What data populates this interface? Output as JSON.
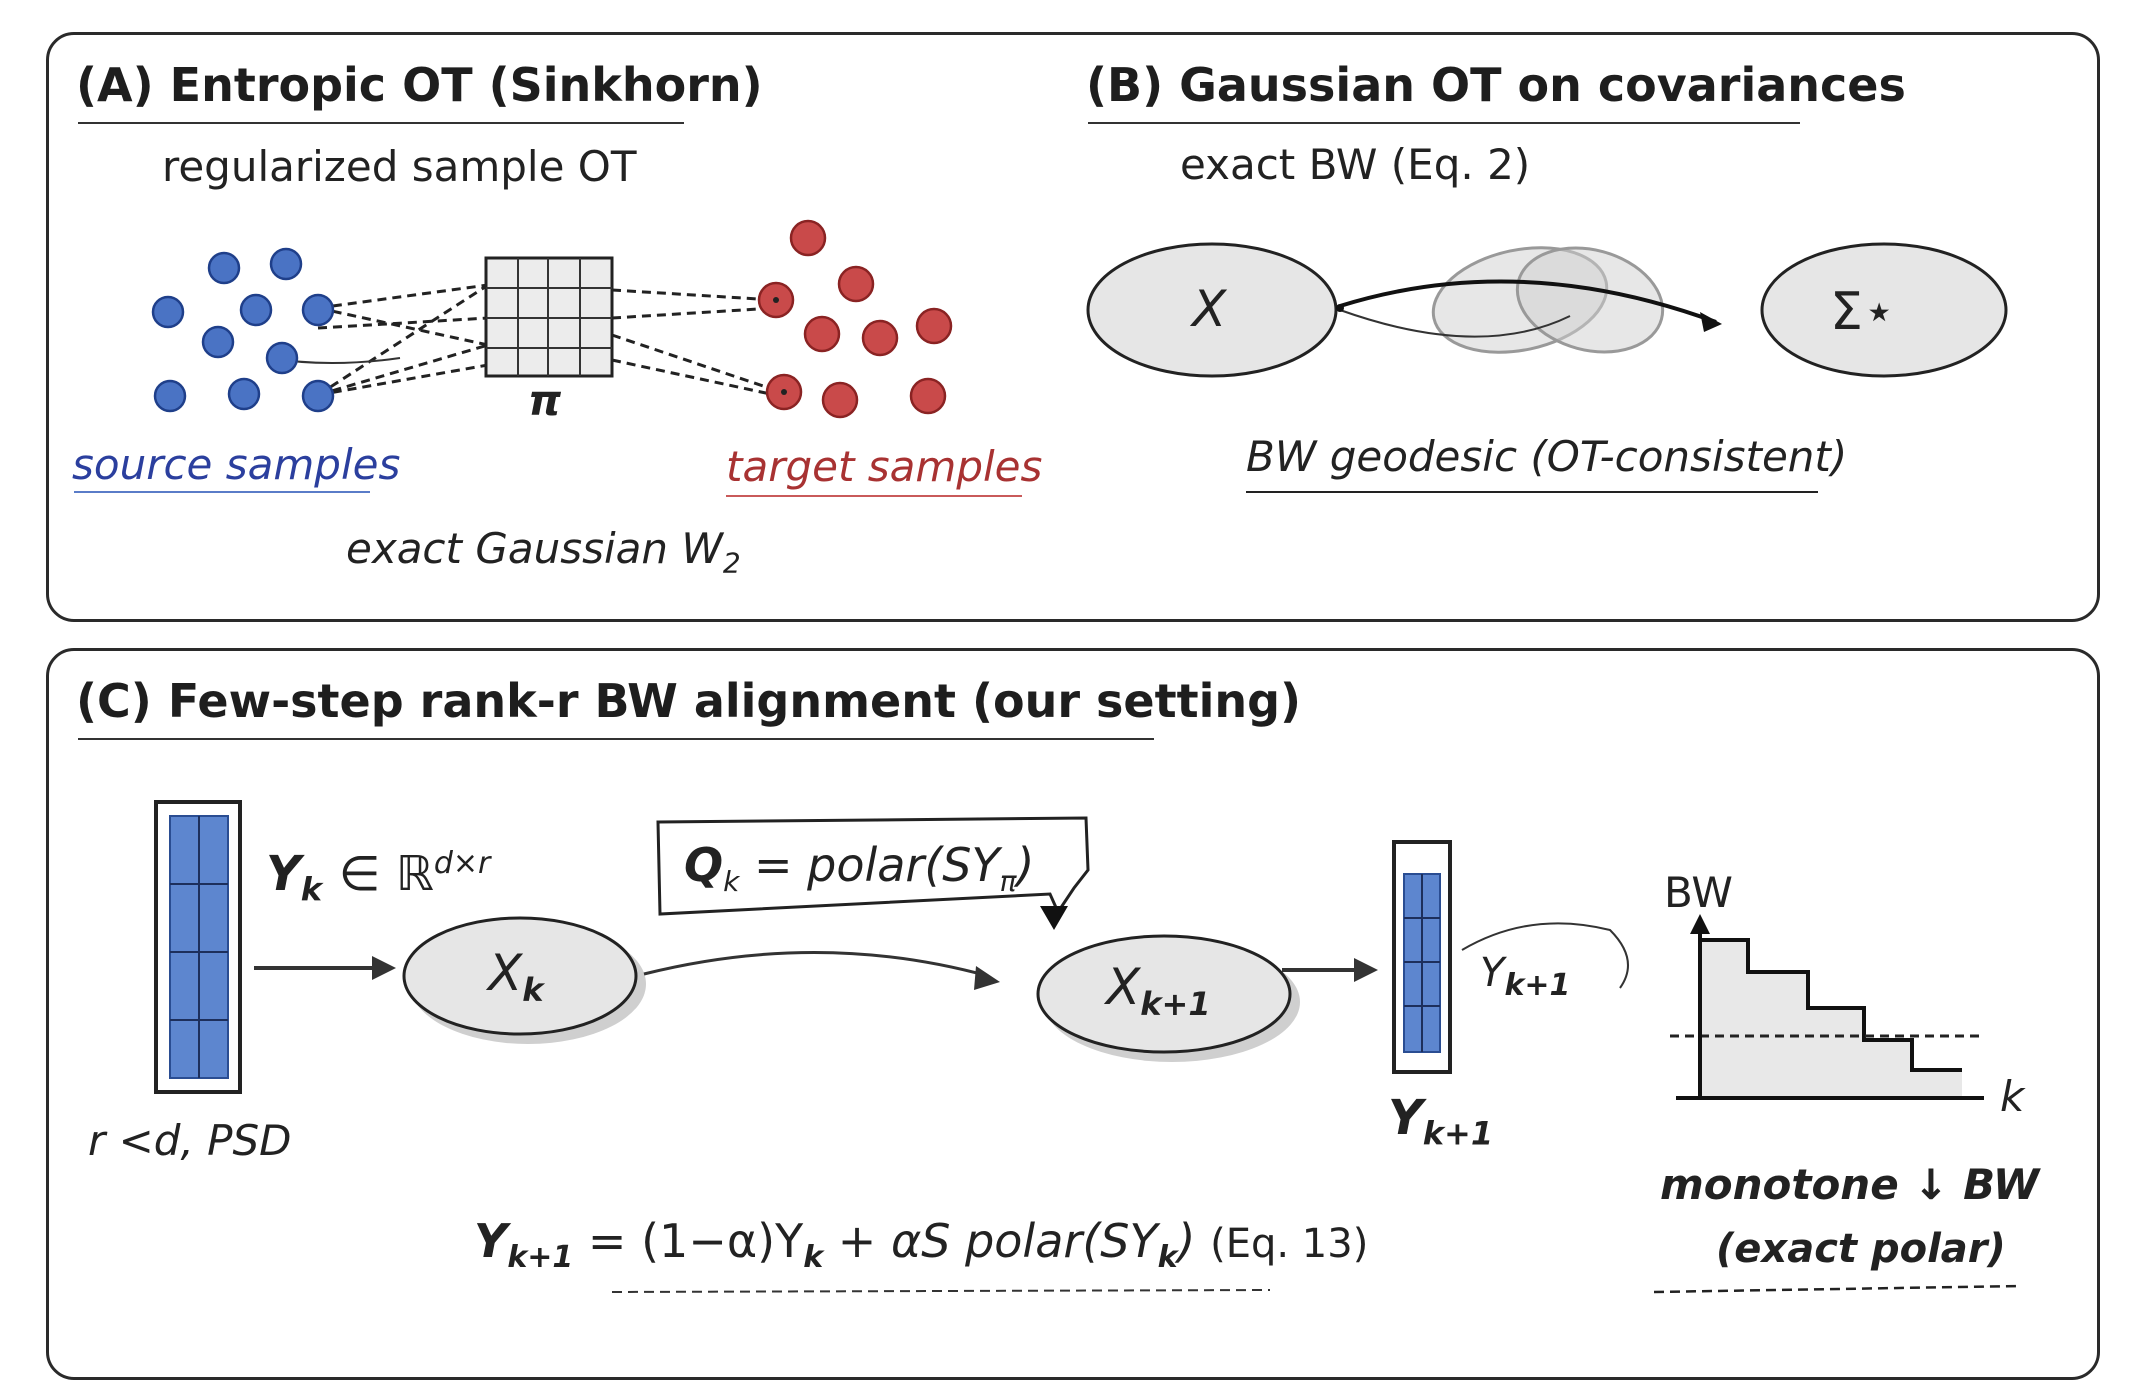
{
  "panel_a": {
    "title": "(A) Entropic OT (Sinkhorn)",
    "subtitle": "regularized sample OT",
    "plan_label": "π",
    "source_label": "source samples",
    "target_label": "target samples",
    "footer": "exact Gaussian W",
    "footer_sub": "2",
    "colors": {
      "source": "#4a73c4",
      "target": "#c94a4a",
      "source_text": "#2b3f9e",
      "target_text": "#a83232"
    }
  },
  "panel_b": {
    "title": "(B) Gaussian OT on covariances",
    "subtitle": "exact BW (Eq. 2)",
    "left_node": "X",
    "right_node": "Σ⋆",
    "caption": "BW geodesic (OT-consistent)"
  },
  "panel_c": {
    "title": "(C) Few-step rank-r BW alignment (our setting)",
    "y_k": "Y",
    "y_k_sub": "k",
    "y_k_member": "∈ ℝ",
    "y_k_sup": "d×r",
    "rank_note": "r <d, PSD",
    "x_k": "X",
    "x_k_sub": "k",
    "polar_box": "Q",
    "polar_box_sub": "k",
    "polar_box_rest": "= polar(SY",
    "polar_box_sub2": "π",
    "polar_box_end": ")",
    "x_k1": "X",
    "x_k1_sub": "k+1",
    "y_k1_inline": "Y",
    "y_k1_inline_sub": "k+1",
    "y_k1": "Y",
    "y_k1_sub": "k+1",
    "update_lhs": "Y",
    "update_lhs_sub": "k+1",
    "update_rhs_1": "= (1−α)Y",
    "update_rhs_sub1": "k",
    "update_rhs_2": "+ αS polar(SY",
    "update_rhs_sub2": "k",
    "update_rhs_3": ")",
    "update_eq": "(Eq. 13)",
    "plot_ylabel": "BW",
    "plot_xlabel": "k",
    "plot_caption_1": "monotone ↓ BW",
    "plot_caption_2": "(exact polar)"
  }
}
